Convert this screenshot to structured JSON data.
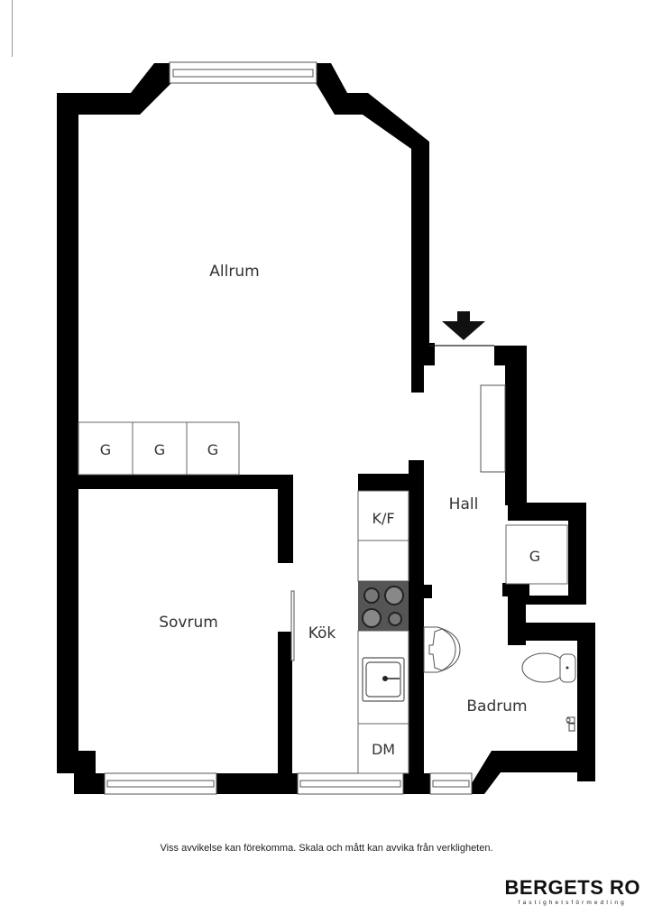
{
  "rooms": {
    "allrum": "Allrum",
    "sovrum": "Sovrum",
    "kok": "Kök",
    "hall": "Hall",
    "badrum": "Badrum"
  },
  "fixtures": {
    "wardrobe_1": "G",
    "wardrobe_2": "G",
    "wardrobe_3": "G",
    "wardrobe_hall": "G",
    "fridge_freezer": "K/F",
    "dishwasher": "DM"
  },
  "icons": {
    "entrance": "entrance-arrow-icon",
    "stove": "stove-icon",
    "sink": "kitchen-sink-icon",
    "washbasin": "washbasin-icon",
    "toilet": "toilet-icon",
    "shower": "shower-icon"
  },
  "colors": {
    "wall": "#000000",
    "stove": "#555555",
    "text": "#333333"
  },
  "footer": {
    "disclaimer": "Viss avvikelse kan förekomma. Skala och mått kan avvika från verkligheten.",
    "brand_name": "BERGETS RO",
    "brand_tagline": "fastighetsförmedling"
  }
}
